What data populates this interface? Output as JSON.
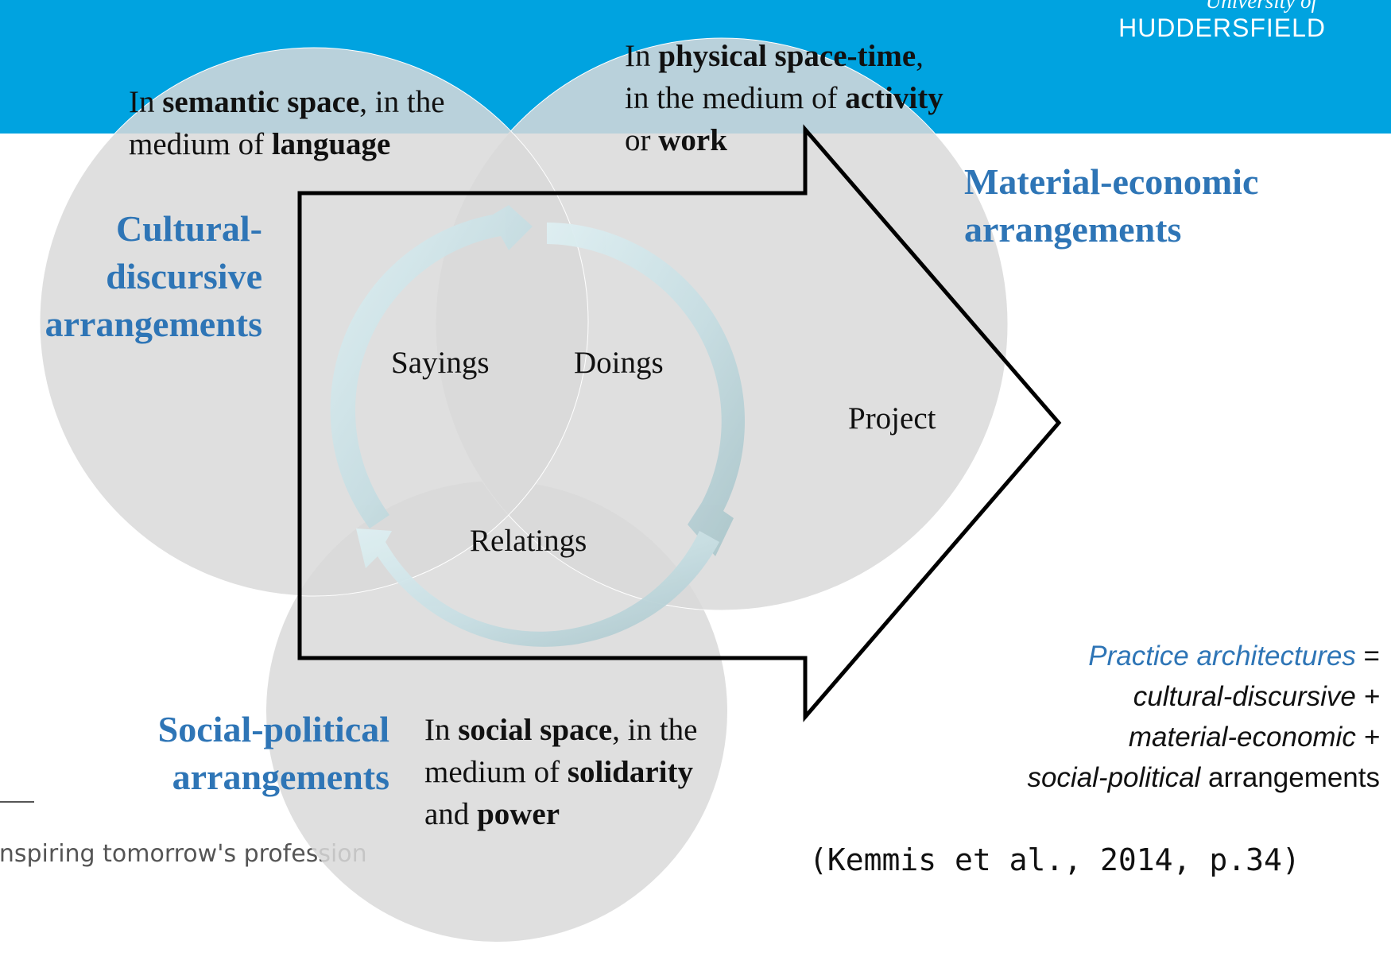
{
  "header": {
    "logo_top": "University of",
    "logo_main": "HUDDERSFIELD",
    "band_color": "#00a3e0"
  },
  "footer": {
    "tagline": "Inspiring tomorrow's professionals"
  },
  "colors": {
    "circle_fill": "#d9d9d9",
    "accent_blue": "#2e75b6",
    "cycle_arrow": "#c9dfe3"
  },
  "diagram": {
    "medium_semantic": {
      "line1_pre": "In ",
      "line1_bold": "semantic space",
      "line1_post": ", in the",
      "line2_pre": "medium of ",
      "line2_bold": "language"
    },
    "medium_physical": {
      "line1_pre": "In ",
      "line1_bold": "physical space-time",
      "line1_post": ",",
      "line2_pre": "in the medium of ",
      "line2_bold": "activity",
      "line3_pre": "or ",
      "line3_bold": "work"
    },
    "medium_social": {
      "line1_pre": "In ",
      "line1_bold": "social space",
      "line1_post": ", in the",
      "line2_pre": "medium of ",
      "line2_bold": "solidarity",
      "line3_pre": "and ",
      "line3_bold": "power"
    },
    "arrangement_cultural": [
      "Cultural-",
      "discursive",
      "arrangements"
    ],
    "arrangement_material": [
      "Material-economic",
      "arrangements"
    ],
    "arrangement_social": [
      "Social-political",
      "arrangements"
    ],
    "sayings": "Sayings",
    "doings": "Doings",
    "relatings": "Relatings",
    "project": "Project"
  },
  "formula": {
    "line1_italic": "Practice architectures",
    "line1_rest": " =",
    "line2": "cultural-discursive +",
    "line3": "material-economic +",
    "line4_italic": "social-political",
    "line4_rest": " arrangements"
  },
  "citation": "(Kemmis et al., 2014, p.34)"
}
